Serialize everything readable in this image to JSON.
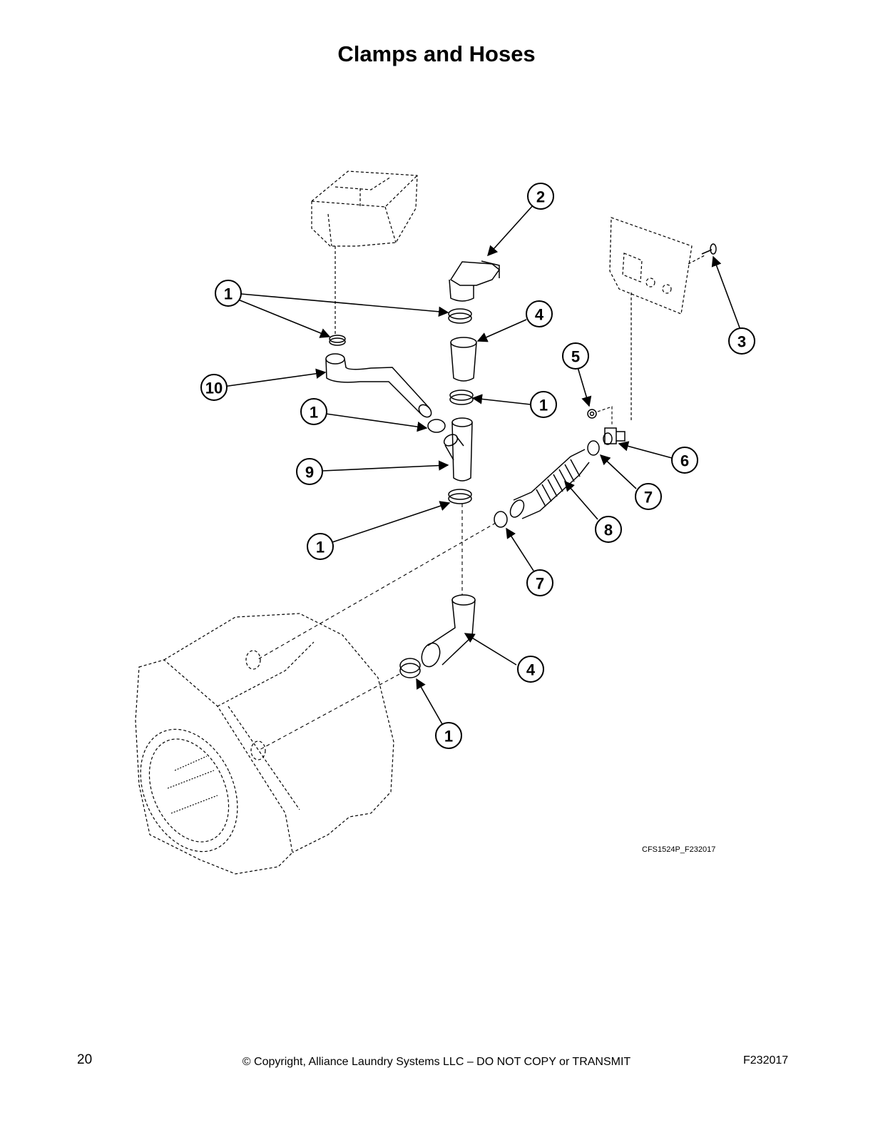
{
  "page": {
    "title": "Clamps and Hoses",
    "figure_id": "CFS1524P_F232017",
    "page_number": "20",
    "copyright": "© Copyright, Alliance Laundry Systems LLC – DO NOT COPY or TRANSMIT",
    "doc_number": "F232017"
  },
  "callouts": [
    "1",
    "2",
    "3",
    "4",
    "5",
    "6",
    "7",
    "8",
    "9",
    "10"
  ]
}
